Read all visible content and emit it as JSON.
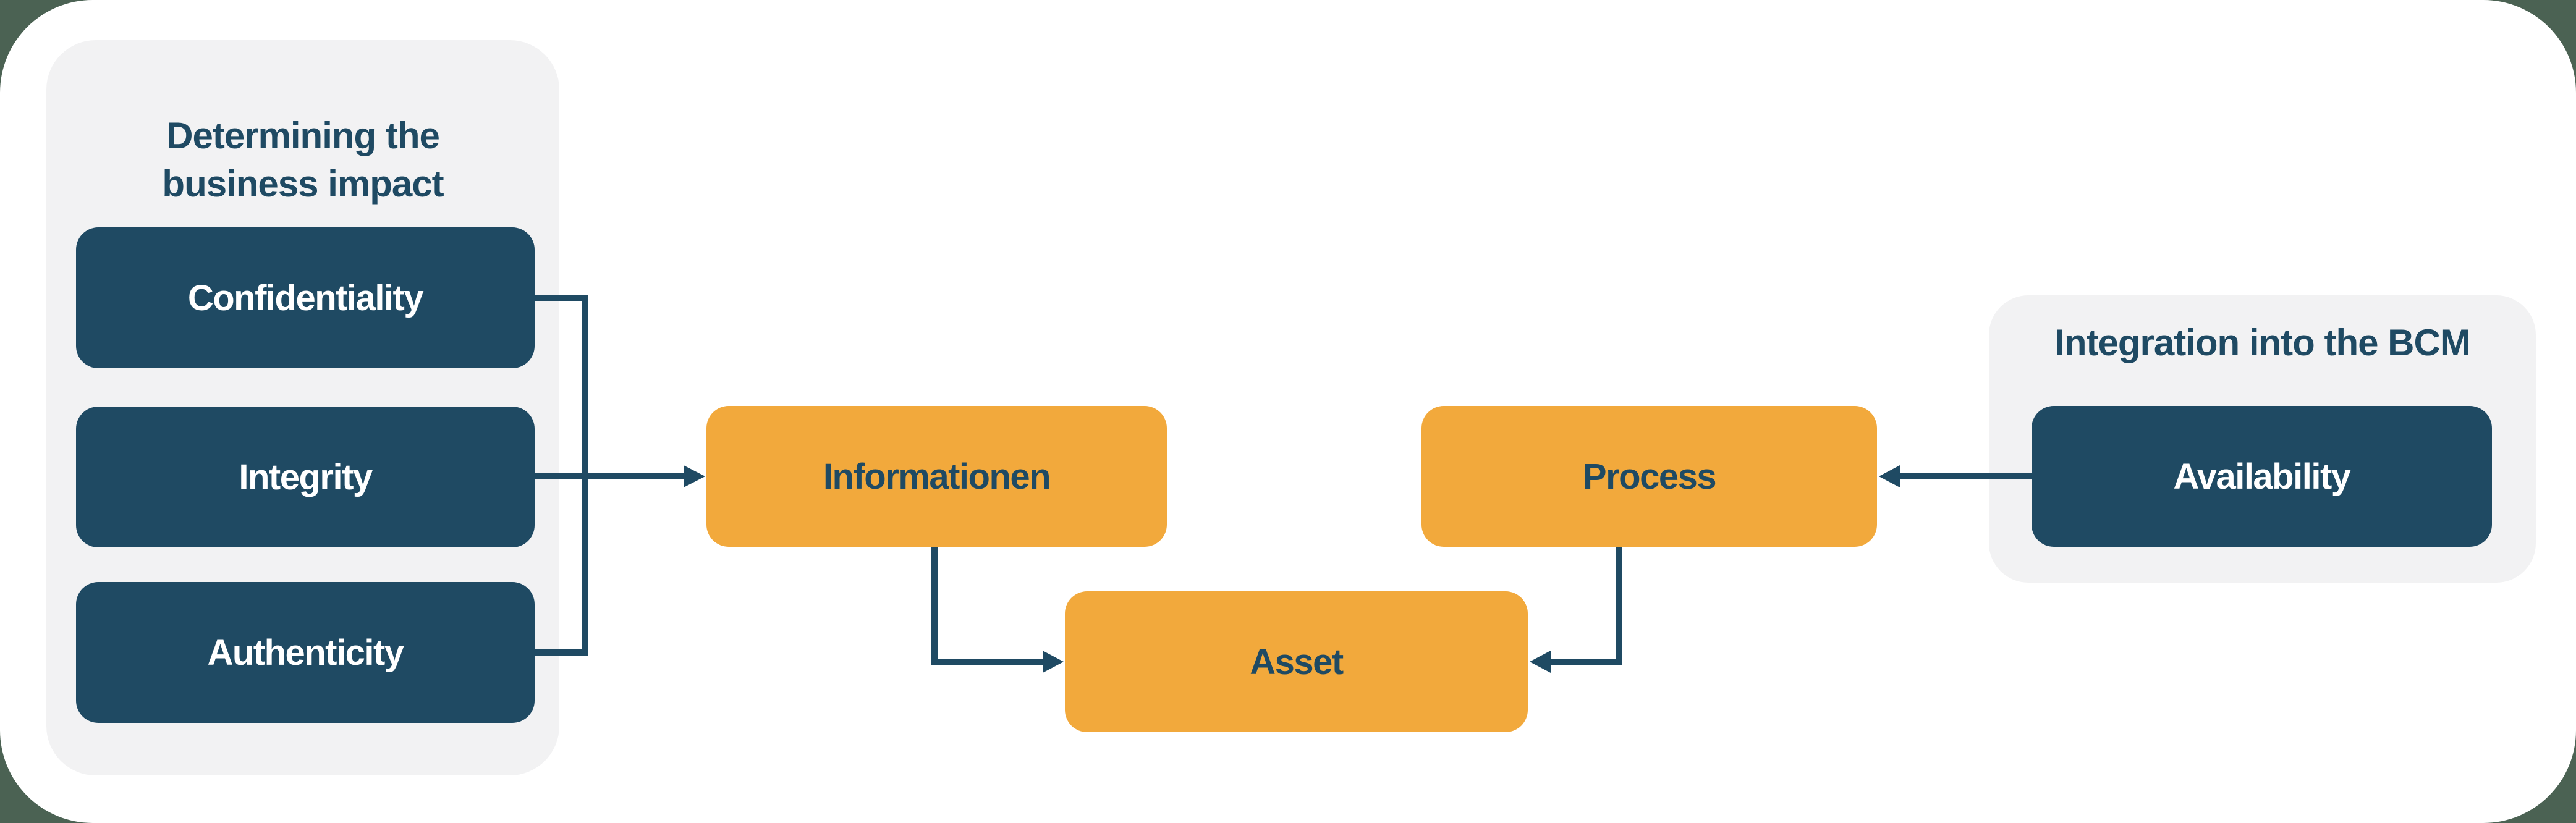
{
  "background_color": "#4b6253",
  "canvas_color": "#ffffff",
  "colors": {
    "navy": "#1f4a63",
    "amber": "#f2a93c",
    "panel_gray": "#f2f2f3",
    "text_on_dark": "#ffffff"
  },
  "left_panel": {
    "title_line1": "Determining the",
    "title_line2": "business impact",
    "items": [
      {
        "label": "Confidentiality"
      },
      {
        "label": "Integrity"
      },
      {
        "label": "Authenticity"
      }
    ]
  },
  "right_panel": {
    "title": "Integration into the BCM",
    "items": [
      {
        "label": "Availability"
      }
    ]
  },
  "nodes": {
    "informationen": {
      "label": "Informationen"
    },
    "process": {
      "label": "Process"
    },
    "asset": {
      "label": "Asset"
    }
  },
  "edges": [
    {
      "from": "Confidentiality",
      "to": "Informationen"
    },
    {
      "from": "Integrity",
      "to": "Informationen"
    },
    {
      "from": "Authenticity",
      "to": "Informationen"
    },
    {
      "from": "Informationen",
      "to": "Asset"
    },
    {
      "from": "Process",
      "to": "Asset"
    },
    {
      "from": "Availability",
      "to": "Process"
    }
  ]
}
